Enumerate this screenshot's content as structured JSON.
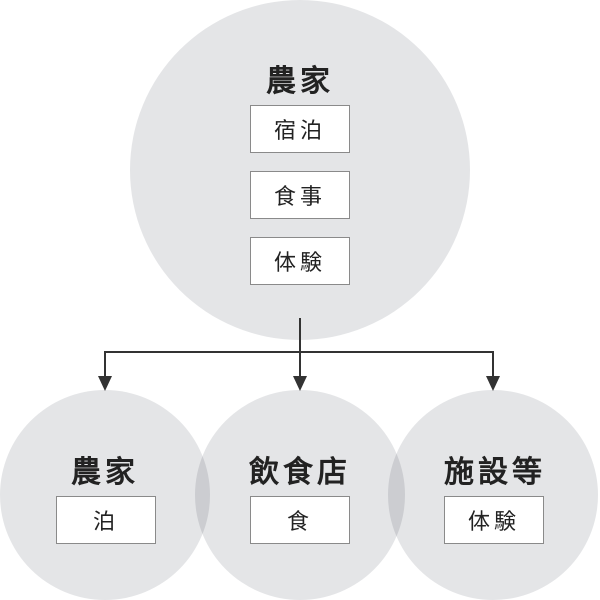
{
  "main": {
    "title": "農家",
    "items": [
      "宿泊",
      "食事",
      "体験"
    ]
  },
  "branches": [
    {
      "title": "農家",
      "item": "泊"
    },
    {
      "title": "飲食店",
      "item": "食"
    },
    {
      "title": "施設等",
      "item": "体験"
    }
  ],
  "colors": {
    "circle_fill": "#dcdee0",
    "line": "#333333",
    "box_border": "#8a8a8a"
  }
}
